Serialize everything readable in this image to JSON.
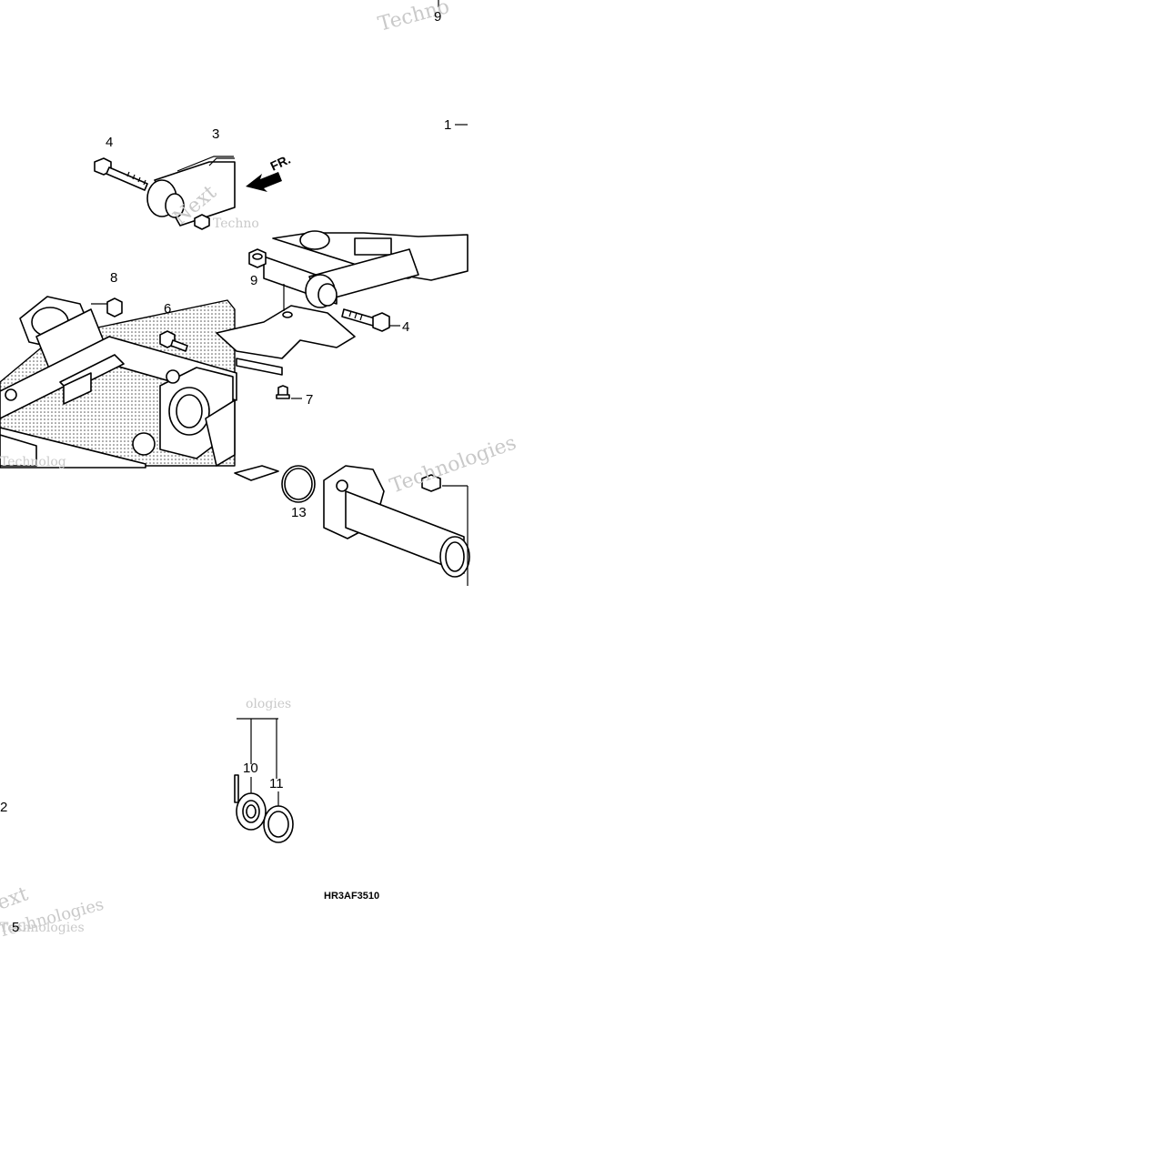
{
  "diagram": {
    "code": "HR3AF3510",
    "direction_label": "FR.",
    "watermark_words": [
      "Techno",
      "Next",
      "Techno",
      "Technologies",
      "Technolog",
      "ologies",
      "ext",
      "Technologies",
      "Technologies"
    ],
    "callouts": {
      "c9_top": "9",
      "c1": "1",
      "c3": "3",
      "c4_left": "4",
      "c8": "8",
      "c6": "6",
      "c9_mid": "9",
      "c4_right": "4",
      "c7": "7",
      "c13": "13",
      "c10": "10",
      "c11": "11",
      "c2": "2",
      "c5": "5"
    }
  }
}
